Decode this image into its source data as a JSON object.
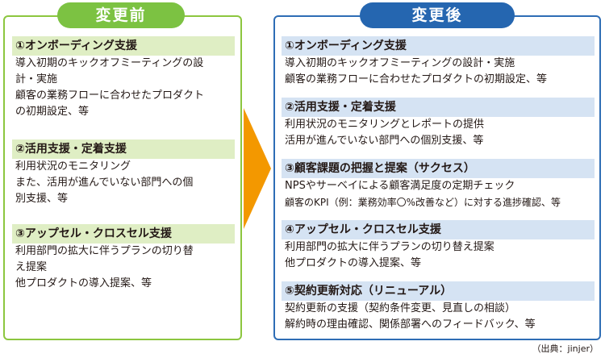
{
  "before": {
    "label": "変更前",
    "sections": [
      {
        "title": "①オンボーディング支援",
        "lines": [
          "導入初期のキックオフミーティングの設",
          "計・実施",
          "顧客の業務フローに合わせたプロダクト",
          "の初期設定、等"
        ]
      },
      {
        "title": "②活用支援・定着支援",
        "lines": [
          "利用状況のモニタリング",
          "また、活用が進んでいない部門への個",
          "別支援、等"
        ]
      },
      {
        "title": "③アップセル・クロスセル支援",
        "lines": [
          "利用部門の拡大に伴うプランの切り替",
          "え提案",
          "他プロダクトの導入提案、等"
        ]
      }
    ]
  },
  "after": {
    "label": "変更後",
    "sections": [
      {
        "title": "①オンボーディング支援",
        "lines": [
          "導入初期のキックオフミーティングの設計・実施",
          "顧客の業務フローに合わせたプロダクトの初期設定、等"
        ]
      },
      {
        "title": "②活用支援・定着支援",
        "lines": [
          "利用状況のモニタリングとレポートの提供",
          "活用が進んでいない部門への個別支援、等"
        ]
      },
      {
        "title": "③顧客課題の把握と提案（サクセス）",
        "lines": [
          "NPSやサーベイによる顧客満足度の定期チェック",
          "顧客のKPI（例：業務効率〇%改善など）に対する進捗確認、等"
        ]
      },
      {
        "title": "④アップセル・クロスセル支援",
        "lines": [
          "利用部門の拡大に伴うプランの切り替え提案",
          "他プロダクトの導入提案、等"
        ]
      },
      {
        "title": "⑤契約更新対応（リニューアル）",
        "lines": [
          "契約更新の支援（契約条件変更、見直しの相談）",
          "解約時の理由確認、関係部署へのフィードバック、等"
        ]
      }
    ]
  },
  "source": "（出典：jinjer）",
  "colors": {
    "green": "#7cc242",
    "green_light": "#dfeec4",
    "blue": "#2566b0",
    "blue_light": "#d5e3f3",
    "arrow": "#f39800"
  }
}
